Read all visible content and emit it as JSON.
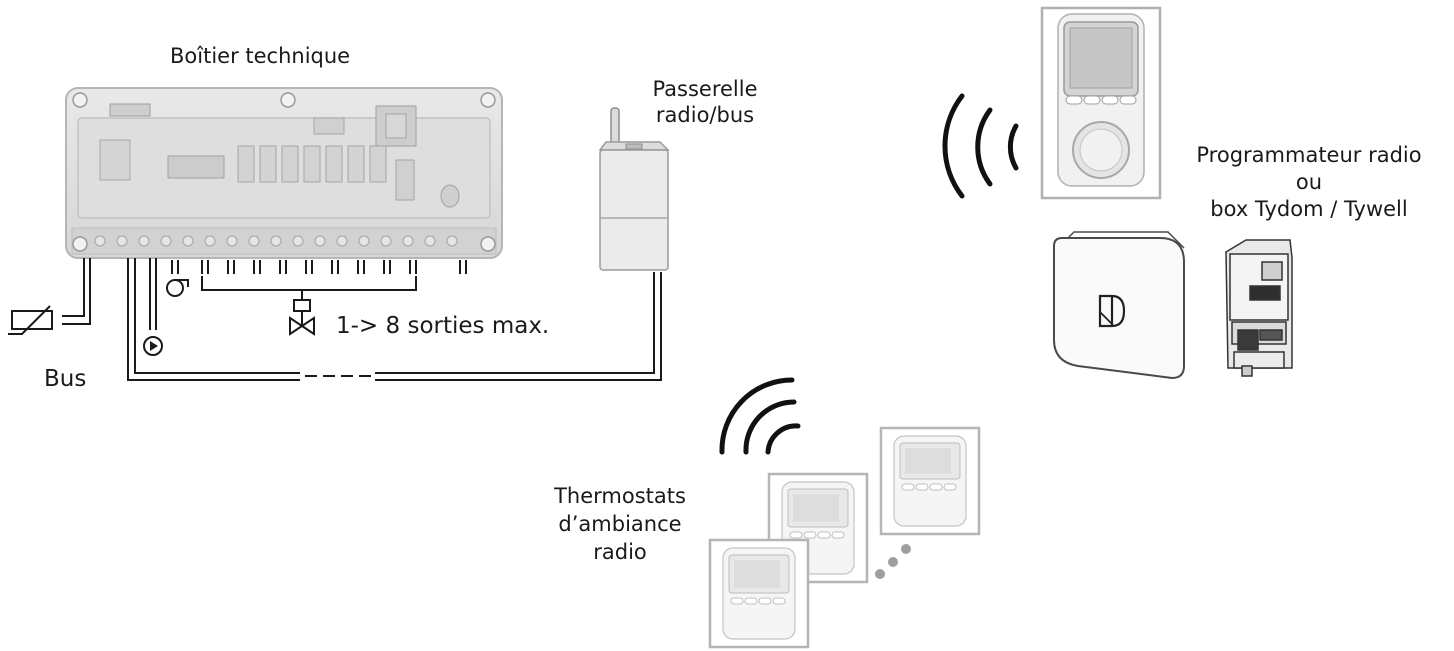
{
  "labels": {
    "boitier": "Boîtier technique",
    "passerelle": [
      "Passerelle",
      "radio/bus"
    ],
    "programmateur": [
      "Programmateur radio",
      "ou",
      "box Tydom / Tywell"
    ],
    "sorties": "1-> 8 sorties max.",
    "bus": "Bus",
    "thermostats": [
      "Thermostats",
      "d’ambiance",
      "radio"
    ]
  },
  "colors": {
    "line": "#1a1a1a",
    "device_fill": "#e4e4e4",
    "device_stroke": "#a8a8a8",
    "wall_frame": "#b5b5b5"
  },
  "icons": [
    "sensor-icon",
    "pump-icon",
    "fan-icon",
    "valve-icon",
    "radio-waves-icon",
    "antenna-icon",
    "dial-icon",
    "ellipsis-dots-icon"
  ]
}
